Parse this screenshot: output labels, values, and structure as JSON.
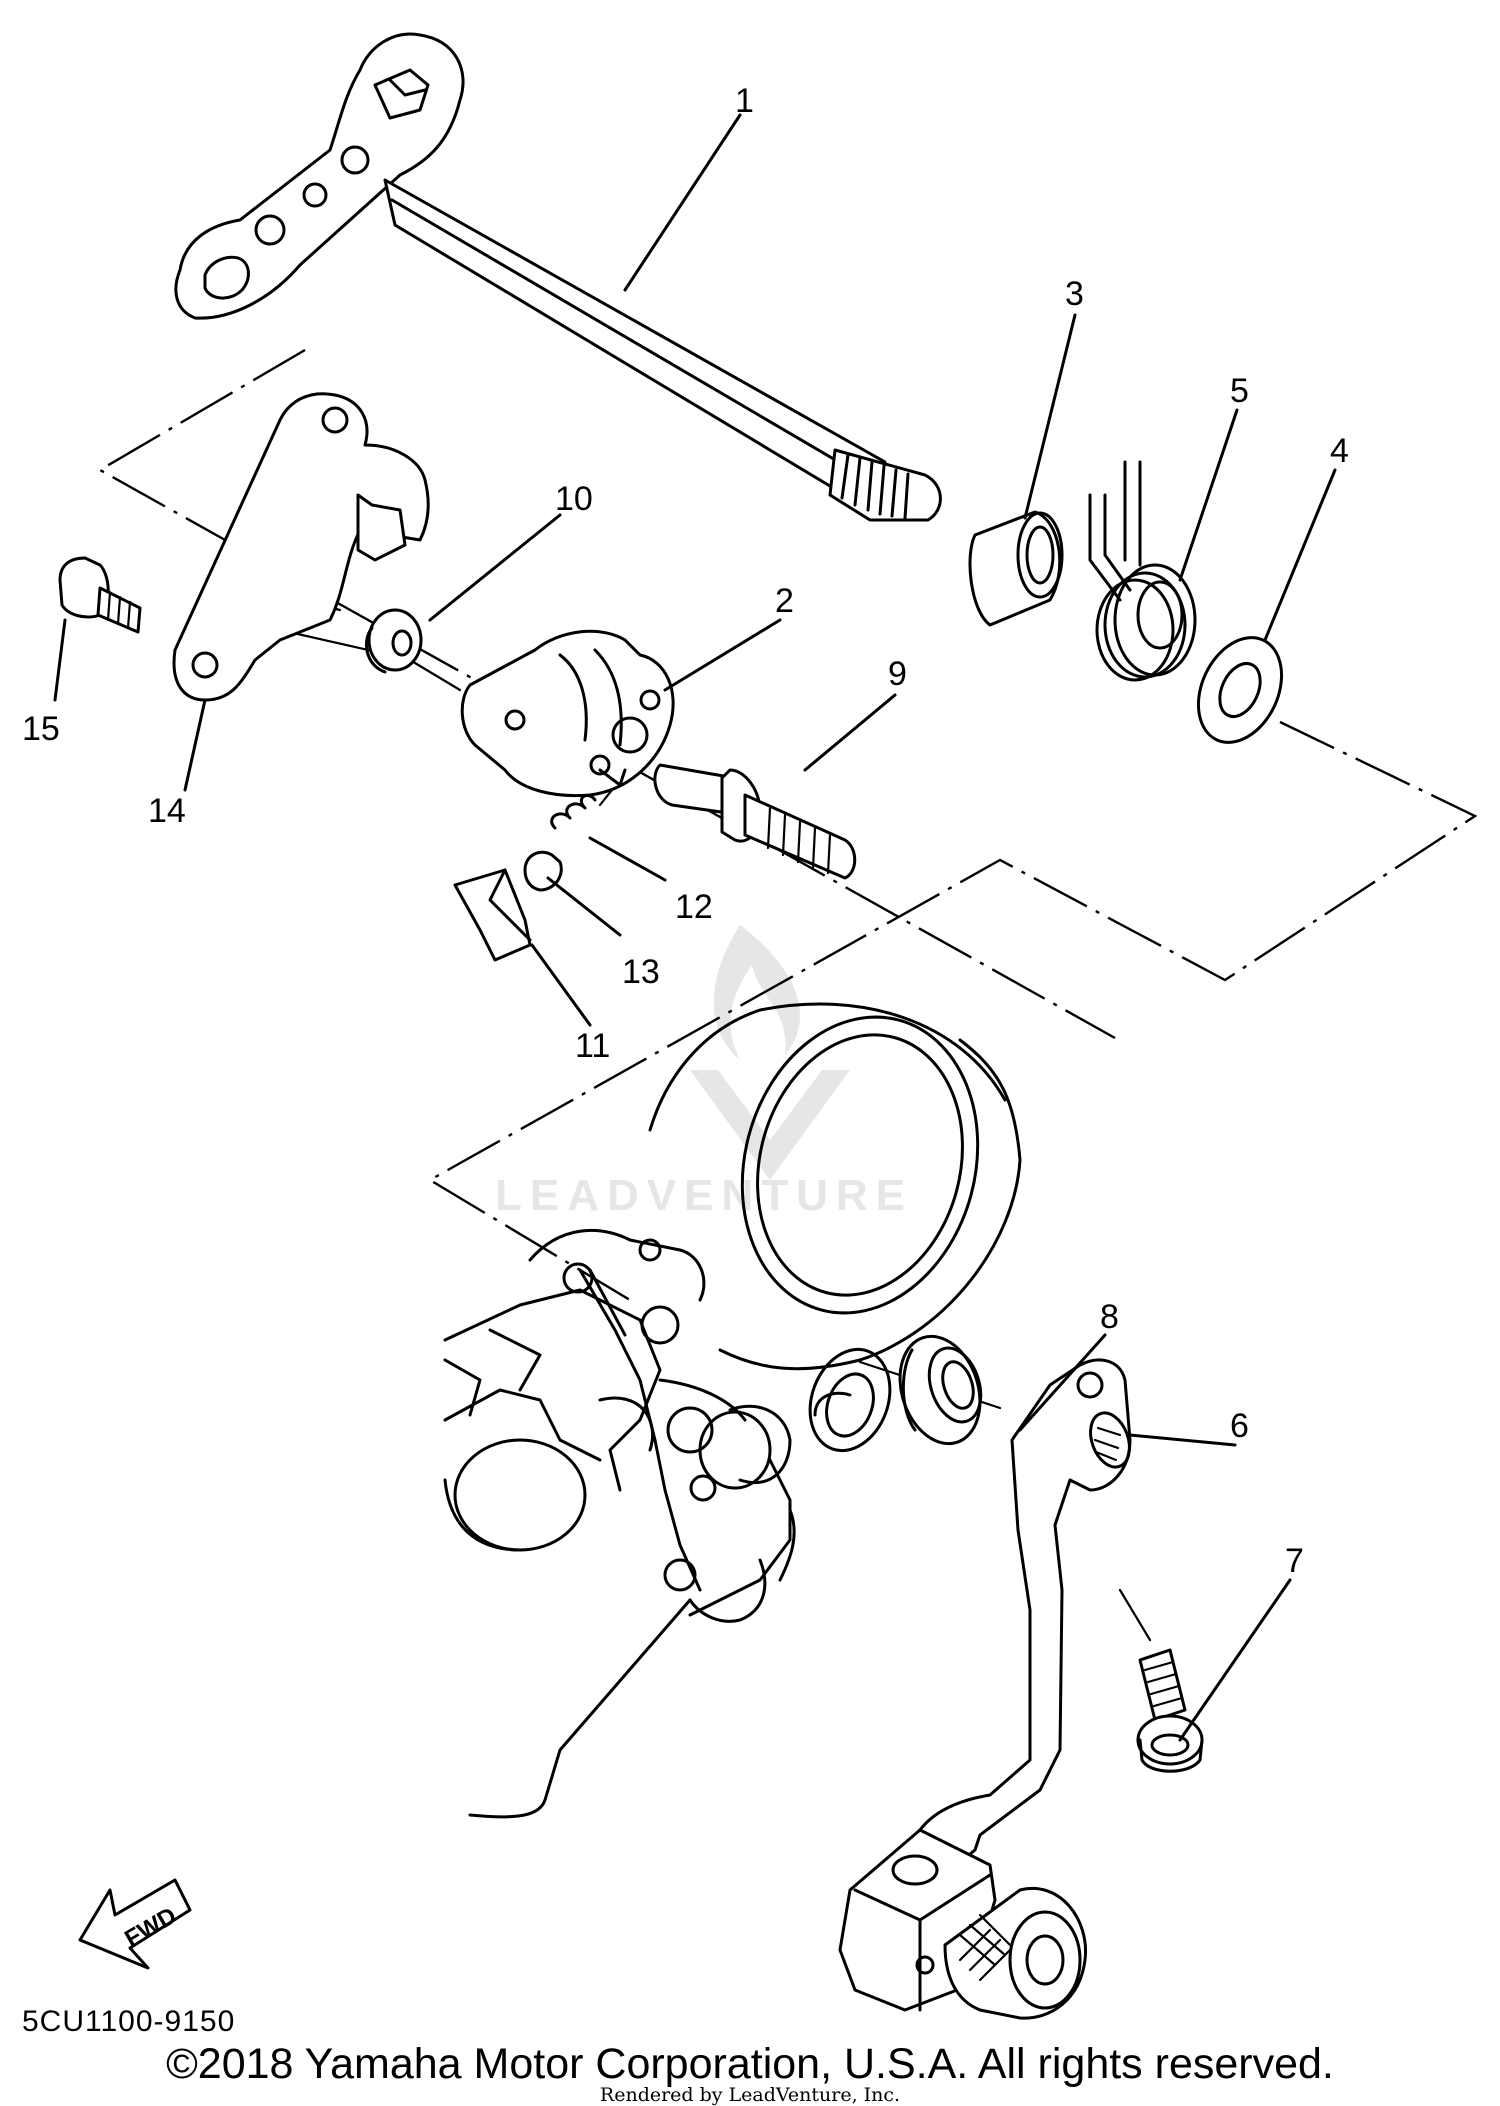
{
  "callouts": {
    "c1": "1",
    "c2": "2",
    "c3": "3",
    "c4": "4",
    "c5": "5",
    "c6": "6",
    "c7": "7",
    "c8": "8",
    "c9": "9",
    "c10": "10",
    "c11": "11",
    "c12": "12",
    "c13": "13",
    "c14": "14",
    "c15": "15"
  },
  "fwd_label": "FWD",
  "watermark": "LEADVENTURE",
  "diagram_code": "5CU1100-9150",
  "copyright": "©2018 Yamaha Motor Corporation, U.S.A. All rights reserved.",
  "rendered_by": "Rendered by LeadVenture, Inc."
}
